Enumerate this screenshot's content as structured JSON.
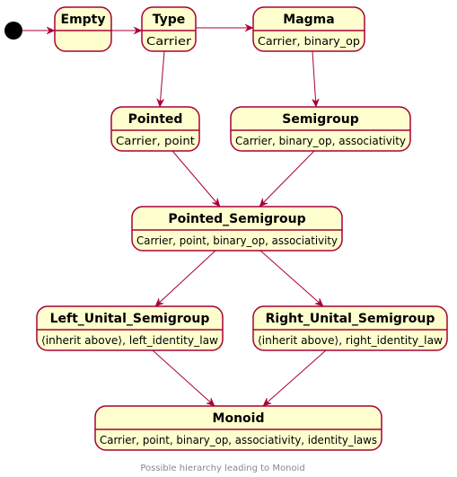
{
  "diagram": {
    "caption": "Possible hierarchy leading to Monoid",
    "colors": {
      "state_fill": "#FEFECE",
      "state_border": "#A80036",
      "edge": "#A80036",
      "initial_node": "#000000",
      "caption": "#888888"
    },
    "states": [
      {
        "id": "empty",
        "title": "Empty",
        "body": ""
      },
      {
        "id": "type",
        "title": "Type",
        "body": "Carrier"
      },
      {
        "id": "magma",
        "title": "Magma",
        "body": "Carrier, binary_op"
      },
      {
        "id": "pointed",
        "title": "Pointed",
        "body": "Carrier, point"
      },
      {
        "id": "semigroup",
        "title": "Semigroup",
        "body": "Carrier, binary_op, associativity"
      },
      {
        "id": "pointed-semigroup",
        "title": "Pointed_Semigroup",
        "body": "Carrier, point, binary_op, associativity"
      },
      {
        "id": "left-unital-semigroup",
        "title": "Left_Unital_Semigroup",
        "body": "⟨inherit above⟩, left_identity_law"
      },
      {
        "id": "right-unital-semigroup",
        "title": "Right_Unital_Semigroup",
        "body": "⟨inherit above⟩, right_identity_law"
      },
      {
        "id": "monoid",
        "title": "Monoid",
        "body": "Carrier, point, binary_op, associativity, identity_laws"
      }
    ],
    "transitions": [
      {
        "from": "initial",
        "to": "empty"
      },
      {
        "from": "empty",
        "to": "type"
      },
      {
        "from": "type",
        "to": "magma"
      },
      {
        "from": "type",
        "to": "pointed"
      },
      {
        "from": "magma",
        "to": "semigroup"
      },
      {
        "from": "pointed",
        "to": "pointed-semigroup"
      },
      {
        "from": "semigroup",
        "to": "pointed-semigroup"
      },
      {
        "from": "pointed-semigroup",
        "to": "left-unital-semigroup"
      },
      {
        "from": "pointed-semigroup",
        "to": "right-unital-semigroup"
      },
      {
        "from": "left-unital-semigroup",
        "to": "monoid"
      },
      {
        "from": "right-unital-semigroup",
        "to": "monoid"
      }
    ]
  }
}
